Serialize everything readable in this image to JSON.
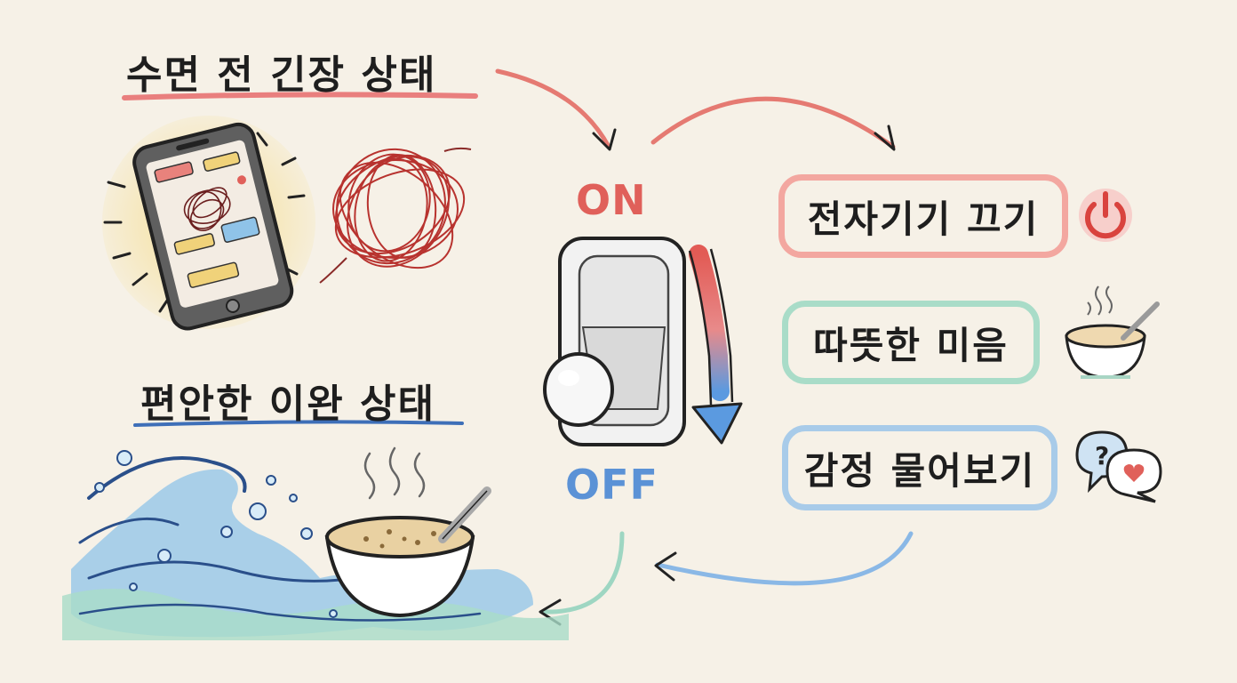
{
  "titles": {
    "tense": "수면 전 긴장 상태",
    "relaxed": "편안한 이완 상태"
  },
  "switch": {
    "on": "ON",
    "off": "OFF"
  },
  "actions": [
    {
      "label": "전자기기 끄기",
      "icon": "power-icon"
    },
    {
      "label": "따뜻한 미음",
      "icon": "soup-bowl-icon"
    },
    {
      "label": "감정 물어보기",
      "icon": "question-heart-bubbles-icon"
    }
  ],
  "colors": {
    "on_red": "#e0605a",
    "off_blue": "#5b92d6",
    "pill_red": "#f3a7a0",
    "pill_green": "#a9dcc8",
    "pill_blue": "#a8cbe9",
    "underline_red": "#e66b6b",
    "underline_blue": "#3e6fb8"
  }
}
